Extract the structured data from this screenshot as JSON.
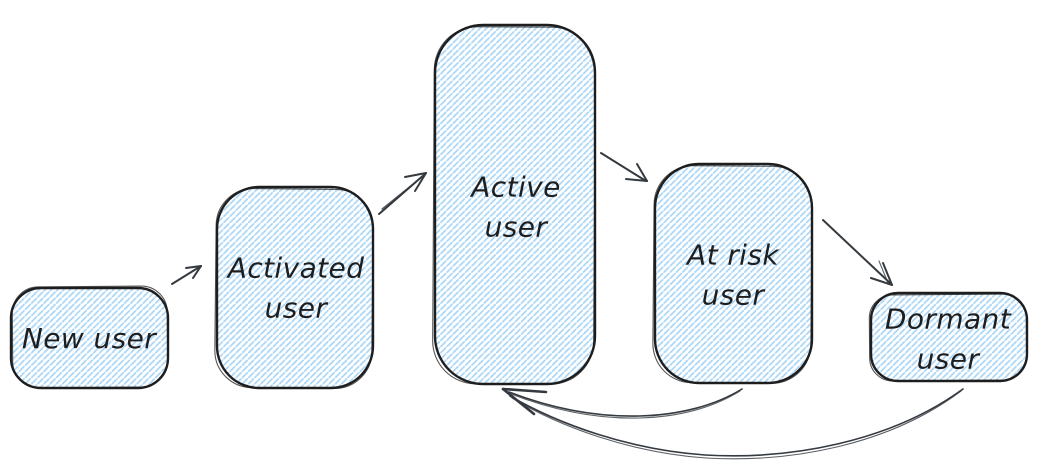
{
  "diagram": {
    "type": "flow",
    "style": "hand-drawn-sketch",
    "colors": {
      "background": "#ffffff",
      "node_border": "#1e1e1e",
      "node_hatch_fill": "#a5d8ff",
      "node_inner_background": "#ffffff",
      "arrow_stroke": "#343a40",
      "label_text": "#1e1e1e"
    },
    "nodes": [
      {
        "id": "new-user",
        "label": "New user"
      },
      {
        "id": "activated-user",
        "label": "Activated\nuser"
      },
      {
        "id": "active-user",
        "label": "Active\nuser"
      },
      {
        "id": "at-risk-user",
        "label": "At risk\nuser"
      },
      {
        "id": "dormant-user",
        "label": "Dormant\nuser"
      }
    ],
    "edges": [
      {
        "from": "new-user",
        "to": "activated-user",
        "style": "straight-arrow"
      },
      {
        "from": "activated-user",
        "to": "active-user",
        "style": "straight-arrow"
      },
      {
        "from": "active-user",
        "to": "at-risk-user",
        "style": "straight-arrow"
      },
      {
        "from": "at-risk-user",
        "to": "dormant-user",
        "style": "straight-arrow"
      },
      {
        "from": "at-risk-user",
        "to": "active-user",
        "style": "curved-return-arrow"
      },
      {
        "from": "dormant-user",
        "to": "active-user",
        "style": "curved-return-arrow"
      }
    ]
  }
}
